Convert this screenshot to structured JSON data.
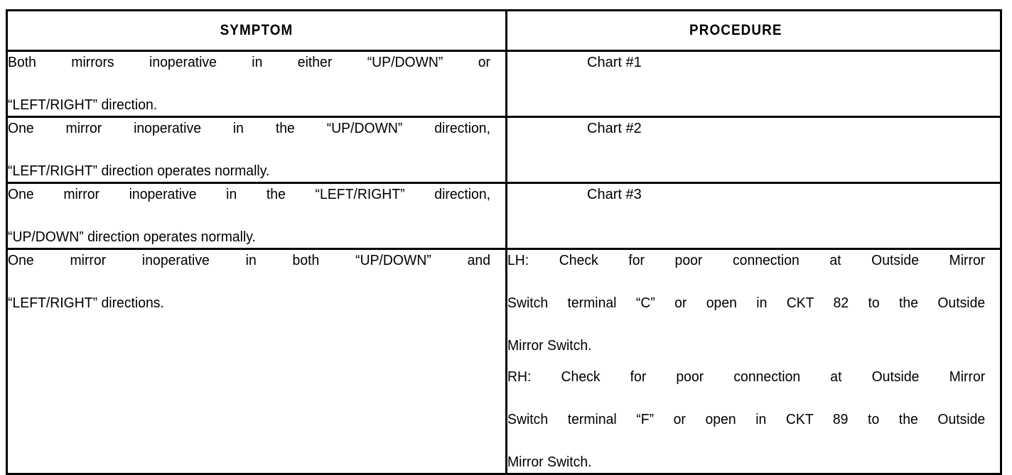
{
  "table": {
    "headers": {
      "symptom": "SYMPTOM",
      "procedure": "PROCEDURE"
    },
    "rows": [
      {
        "symptom_line1": "Both mirrors inoperative in either “UP/DOWN” or",
        "symptom_line2": "“LEFT/RIGHT” direction.",
        "procedure": "Chart #1"
      },
      {
        "symptom_line1": "One mirror inoperative in the “UP/DOWN”  direction,",
        "symptom_line2": "“LEFT/RIGHT” direction operates normally.",
        "procedure": "Chart #2"
      },
      {
        "symptom_line1": "One mirror inoperative in the “LEFT/RIGHT”  direction,",
        "symptom_line2": "“UP/DOWN” direction operates normally.",
        "procedure": "Chart #3"
      },
      {
        "symptom_line1": "One mirror inoperative in both “UP/DOWN” and",
        "symptom_line2": "“LEFT/RIGHT” directions.",
        "procedure_paragraphs": [
          {
            "line1": "LH: Check for poor connection at Outside Mirror",
            "line2": "Switch terminal “C” or open in CKT 82 to the Outside",
            "line3": "Mirror Switch."
          },
          {
            "line1": "RH: Check for poor connection at Outside Mirror",
            "line2": "Switch terminal “F” or open in CKT 89 to the Outside",
            "line3": "Mirror Switch."
          }
        ]
      }
    ]
  },
  "colors": {
    "ink": "#000000",
    "paper": "#ffffff"
  }
}
